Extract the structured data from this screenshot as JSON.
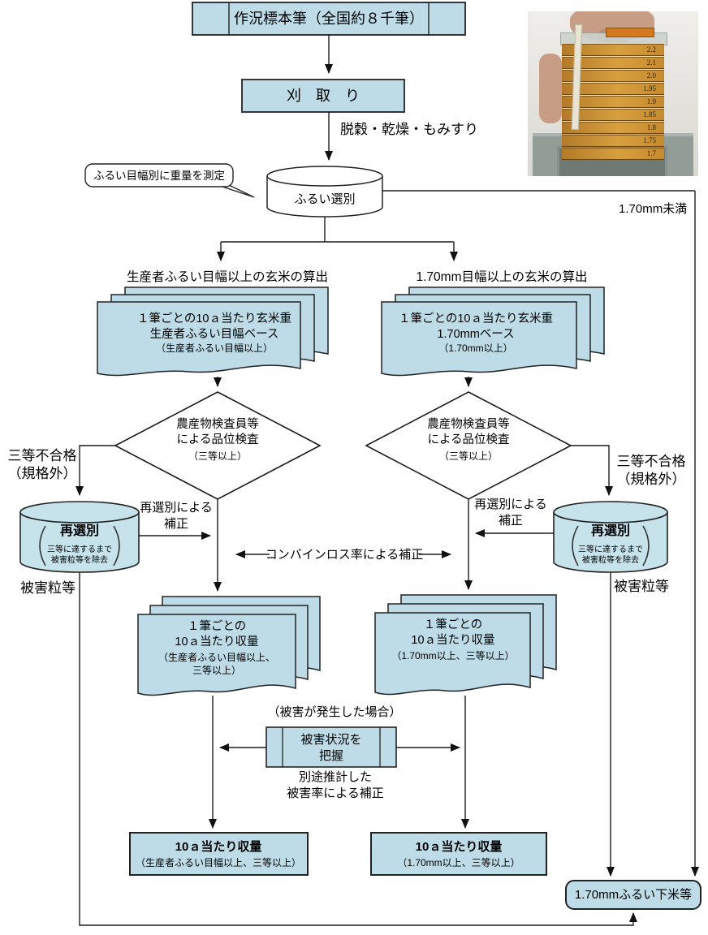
{
  "flow": {
    "sample_box": "作況標本筆（全国約８千筆）",
    "harvest_box": "刈　取　り",
    "threshing_note": "脱穀・乾燥・もみすり",
    "callout_note": "ふるい目幅別に重量を測定",
    "sieve_cylinder": "ふるい選別",
    "under_170": "1.70mm未満",
    "combine_loss_note": "コンバインロス率による補正",
    "damage_case_note": "（被害が発生した場合）",
    "damage_box_line1": "被害状況を",
    "damage_box_line2": "把握",
    "damage_rate_note1": "別途推計した",
    "damage_rate_note2": "被害率による補正",
    "under_sieve_box": "1.70mmふるい下米等",
    "left": {
      "branch_title": "生産者ふるい目幅以上の玄米の算出",
      "doc1_line1": "１筆ごとの10ａ当たり玄米重",
      "doc1_line2": "生産者ふるい目幅ベース",
      "doc1_line3": "（生産者ふるい目幅以上）",
      "diamond_line1": "農産物検査員等",
      "diamond_line2": "による品位検査",
      "diamond_line3": "（三等以上）",
      "fail_line1": "三等不合格",
      "fail_line2": "（規格外）",
      "recylinder_title": "再選別",
      "recylinder_sub1": "三等に達するまで",
      "recylinder_sub2": "被害粒等を除去",
      "reselect_note1": "再選別による",
      "reselect_note2": "補正",
      "damaged_label": "被害粒等",
      "doc2_line1": "１筆ごとの",
      "doc2_line2": "10ａ当たり収量",
      "doc2_line3": "（生産者ふるい目幅以上、",
      "doc2_line4": "三等以上）",
      "final_line1": "10ａ当たり収量",
      "final_line2": "（生産者ふるい目幅以上、三等以上）"
    },
    "right": {
      "branch_title": "1.70mm目幅以上の玄米の算出",
      "doc1_line1": "１筆ごとの10ａ当たり玄米重",
      "doc1_line2": "1.70mmベース",
      "doc1_line3": "（1.70mm以上）",
      "diamond_line1": "農産物検査員等",
      "diamond_line2": "による品位検査",
      "diamond_line3": "（三等以上）",
      "fail_line1": "三等不合格",
      "fail_line2": "（規格外）",
      "recylinder_title": "再選別",
      "recylinder_sub1": "三等に達するまで",
      "recylinder_sub2": "被害粒等を除去",
      "reselect_note1": "再選別による",
      "reselect_note2": "補正",
      "damaged_label": "被害粒等",
      "doc2_line1": "１筆ごとの",
      "doc2_line2": "10ａ当たり収量",
      "doc2_line3": "（1.70mm以上、三等以上）",
      "final_line1": "10ａ当たり収量",
      "final_line2": "（1.70mm以上、三等以上）"
    }
  },
  "photo": {
    "sieve_labels": [
      "2.2",
      "2.1",
      "2.0",
      "1.95",
      "1.9",
      "1.85",
      "1.8",
      "1.75",
      "1.7"
    ]
  },
  "colors": {
    "node_fill": "#bedce8",
    "cylinder_fill": "#c6e3ec",
    "line": "#1c1c1c"
  }
}
